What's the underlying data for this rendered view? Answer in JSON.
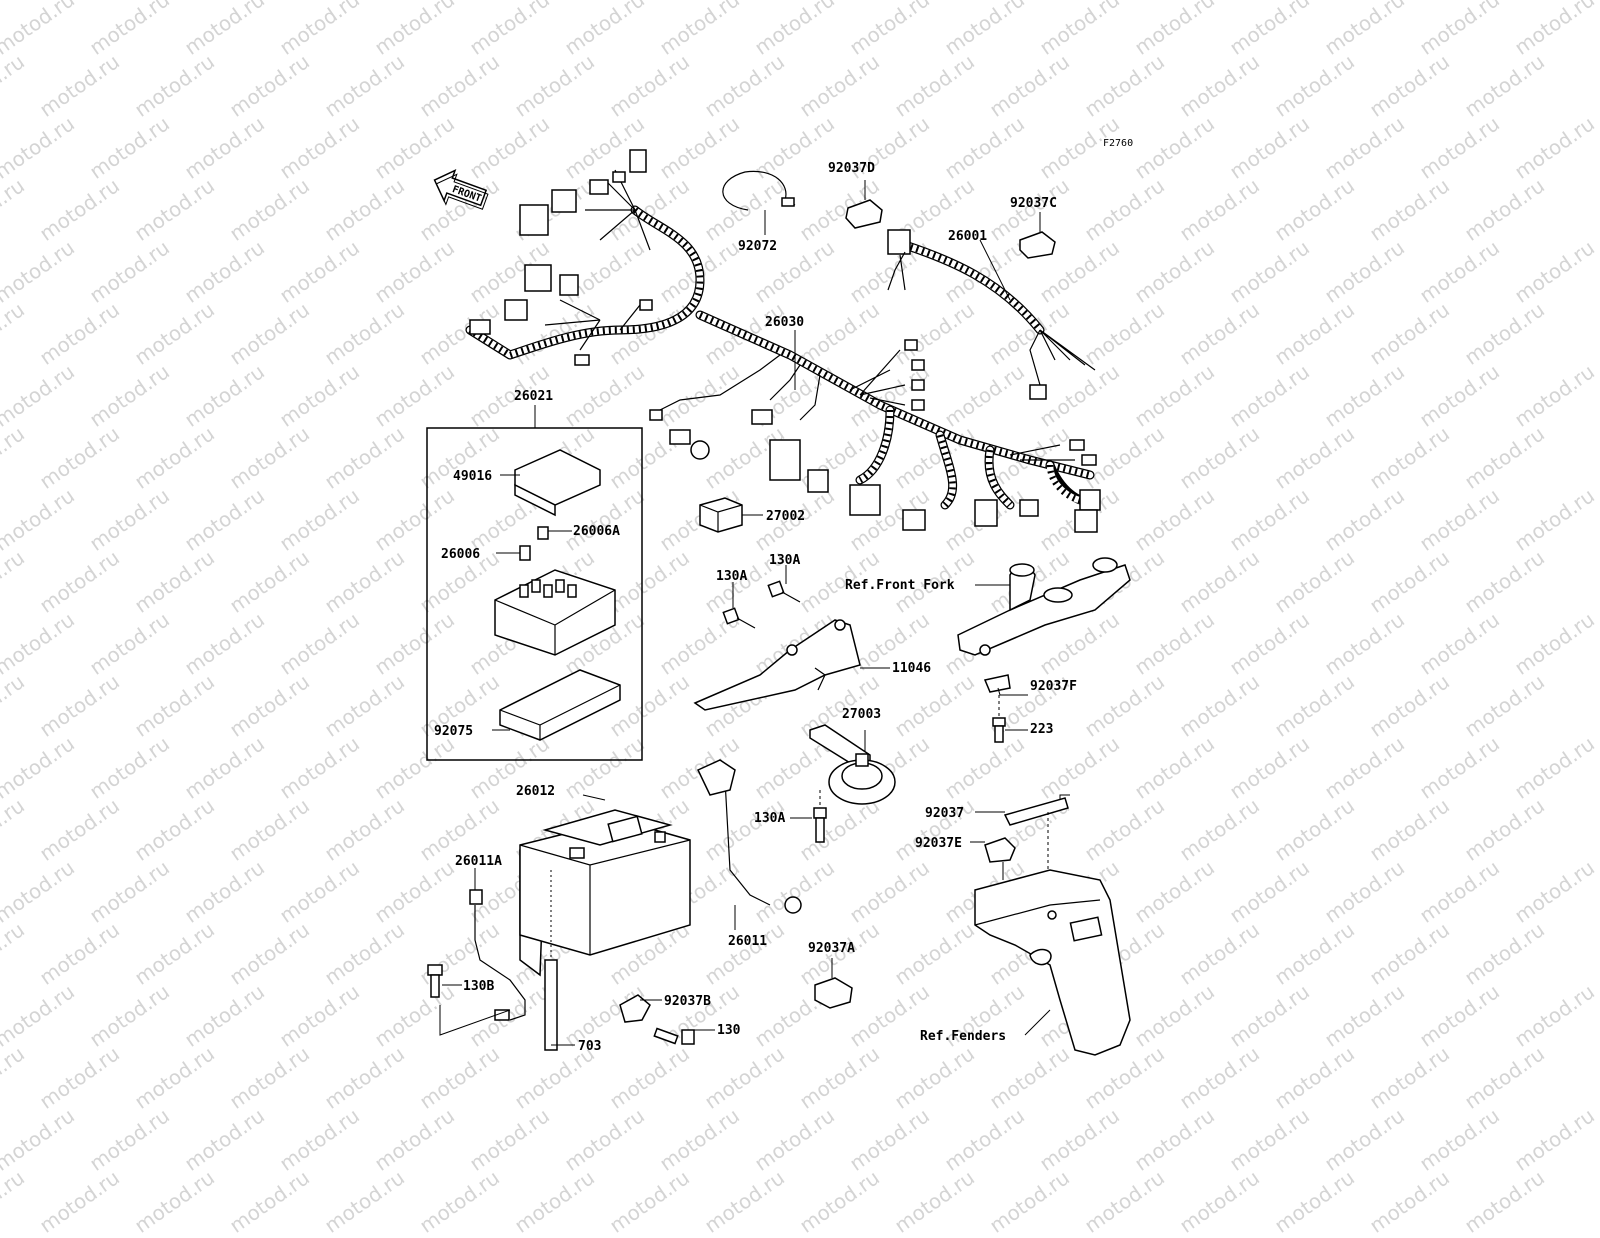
{
  "diagram": {
    "code": "F2760",
    "front_arrow_label": "FRONT",
    "watermark_text": "motod.ru",
    "part_labels": {
      "p92037D": "92037D",
      "p92072": "92072",
      "p92037C": "92037C",
      "p26001": "26001",
      "p26030": "26030",
      "p26021": "26021",
      "p49016": "49016",
      "p26006A": "26006A",
      "p26006": "26006",
      "p92075": "92075",
      "p27002": "27002",
      "p130A_1": "130A",
      "p130A_2": "130A",
      "p11046": "11046",
      "p27003": "27003",
      "p130A_3": "130A",
      "p26012": "26012",
      "p26011A": "26011A",
      "p130B": "130B",
      "p703": "703",
      "p26011": "26011",
      "p92037B": "92037B",
      "p130": "130",
      "p92037A": "92037A",
      "p92037F": "92037F",
      "p223": "223",
      "p92037": "92037",
      "p92037E": "92037E"
    },
    "ref_labels": {
      "front_fork": "Ref.Front Fork",
      "fenders": "Ref.Fenders"
    }
  }
}
